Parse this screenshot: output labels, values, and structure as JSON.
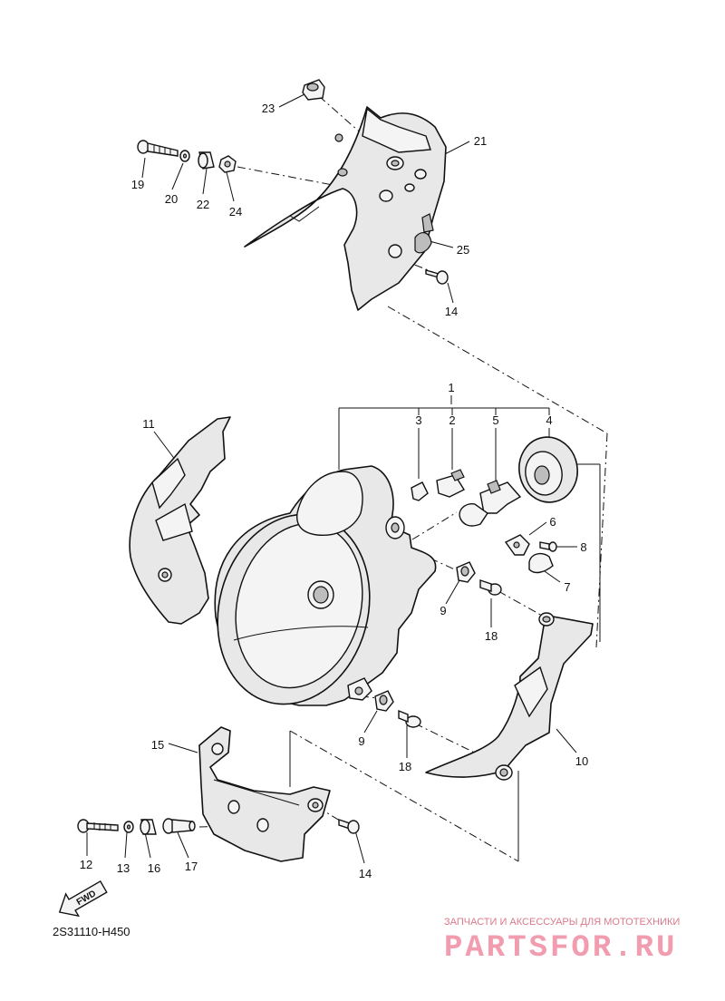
{
  "diagram": {
    "code": "2S31110-H450",
    "fwd_label": "FWD",
    "callouts": {
      "c1": "1",
      "c2": "2",
      "c3": "3",
      "c4": "4",
      "c5": "5",
      "c6": "6",
      "c7": "7",
      "c8": "8",
      "c9a": "9",
      "c9b": "9",
      "c10": "10",
      "c11": "11",
      "c12": "12",
      "c13": "13",
      "c14a": "14",
      "c14b": "14",
      "c15": "15",
      "c16": "16",
      "c17": "17",
      "c18a": "18",
      "c18b": "18",
      "c19": "19",
      "c20": "20",
      "c21": "21",
      "c22": "22",
      "c23": "23",
      "c24": "24",
      "c25": "25"
    }
  },
  "watermark": {
    "tagline": "ЗАПЧАСТИ И АКСЕССУАРЫ ДЛЯ МОТОТЕХНИКИ",
    "brand": "PARTSFOR.RU"
  }
}
